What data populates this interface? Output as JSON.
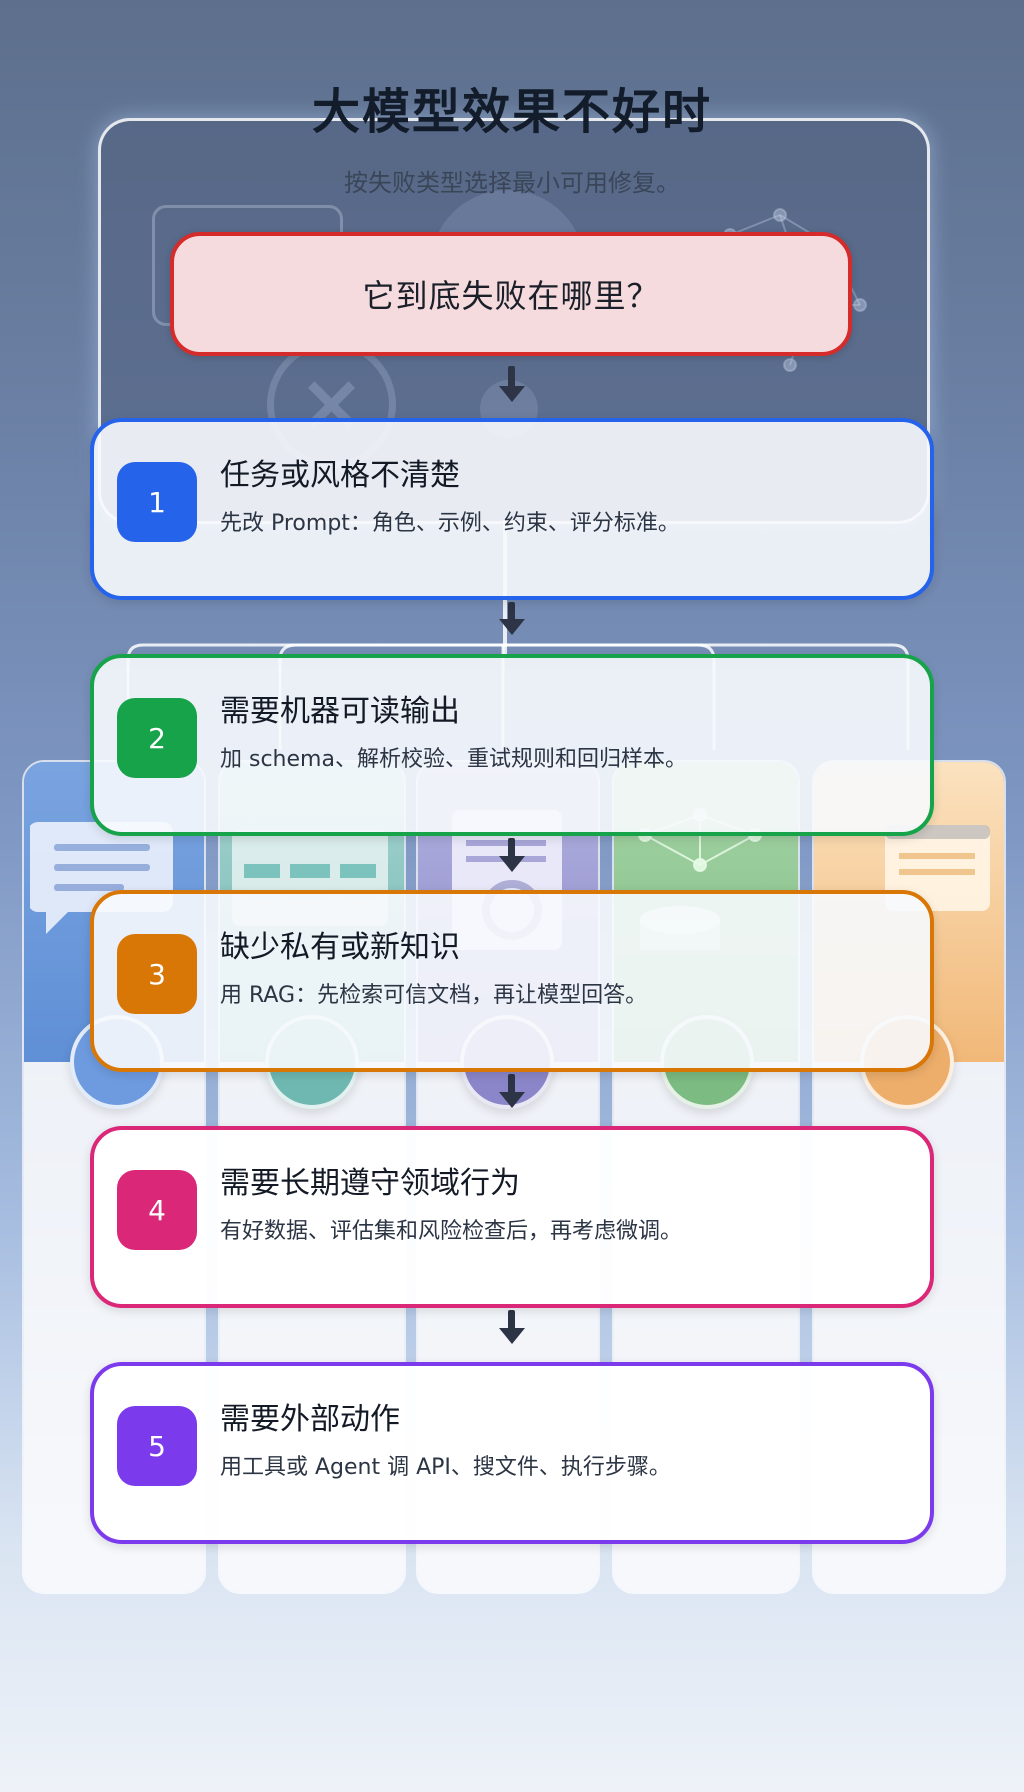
{
  "header": {
    "title": "大模型效果不好时",
    "subtitle": "按失败类型选择最小可用修复。"
  },
  "question": {
    "text": "它到底失败在哪里？",
    "border_color": "#d52b2b",
    "fill_color": "#f5dbdd"
  },
  "steps": [
    {
      "number": "1",
      "title": "任务或风格不清楚",
      "description": "先改 Prompt：角色、示例、约束、评分标准。",
      "color": "#2563eb"
    },
    {
      "number": "2",
      "title": "需要机器可读输出",
      "description": "加 schema、解析校验、重试规则和回归样本。",
      "color": "#16a34a"
    },
    {
      "number": "3",
      "title": "缺少私有或新知识",
      "description": "用 RAG：先检索可信文档，再让模型回答。",
      "color": "#d97706"
    },
    {
      "number": "4",
      "title": "需要长期遵守领域行为",
      "description": "有好数据、评估集和风险检查后，再考虑微调。",
      "color": "#db2777"
    },
    {
      "number": "5",
      "title": "需要外部动作",
      "description": "用工具或 Agent 调 API、搜文件、执行步骤。",
      "color": "#7c3aed"
    }
  ]
}
